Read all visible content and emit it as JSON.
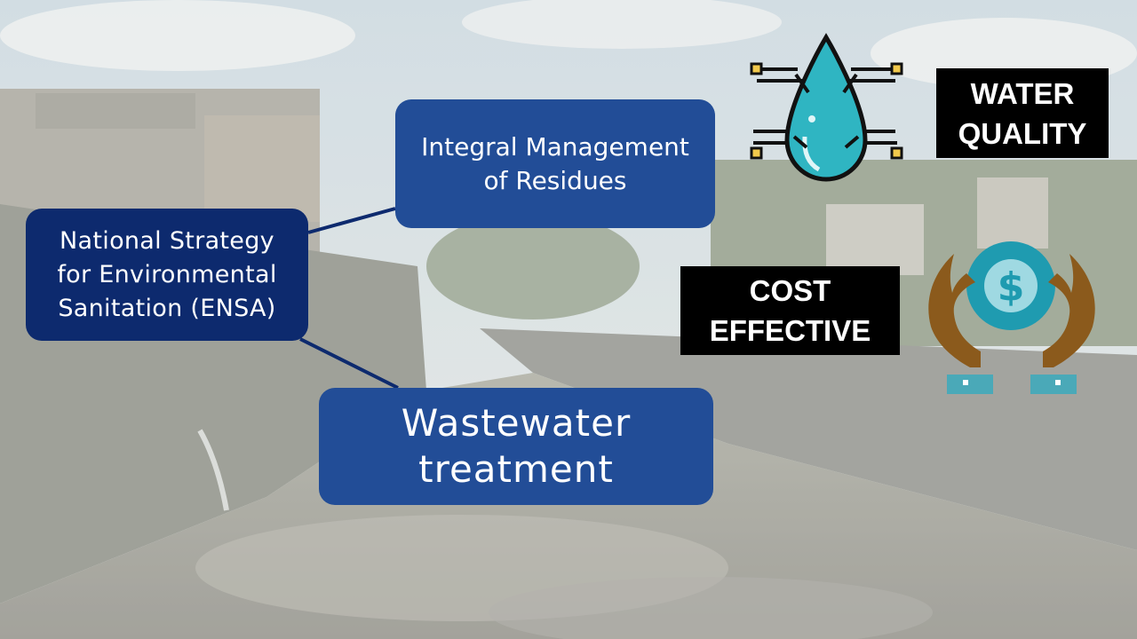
{
  "diagram": {
    "nodes": {
      "ensa": "National Strategy\nfor Environmental\nSanitation (ENSA)",
      "residues": "Integral Management\nof Residues",
      "wastewater": "Wastewater\ntreatment"
    },
    "edges": [
      {
        "from": "ensa",
        "to": "residues"
      },
      {
        "from": "ensa",
        "to": "wastewater"
      }
    ]
  },
  "labels": {
    "water_quality": "WATER\nQUALITY",
    "cost_effective": "COST\nEFFECTIVE"
  },
  "icons": {
    "drop": "water-drop-icon",
    "money": "hands-holding-coin-icon"
  },
  "colors": {
    "ensa_box": "#0d2a6e",
    "child_box": "#224d97",
    "label_bg": "#000000",
    "drop_fill": "#2fb5c2",
    "coin_fill": "#1f9bb0",
    "hand_fill": "#8b5a1c"
  }
}
